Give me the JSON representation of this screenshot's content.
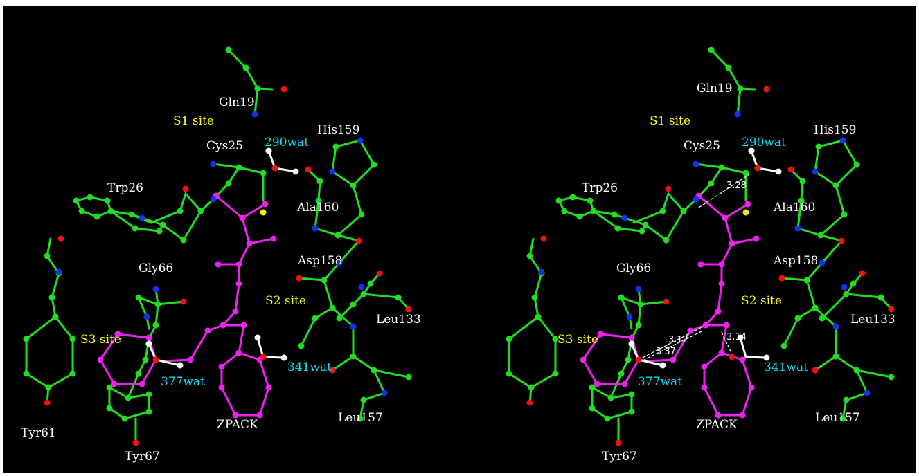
{
  "colors": {
    "background": "#000000",
    "frame": "#ffffff",
    "carbon_protein": "#22dd22",
    "carbon_ligand": "#ee22ee",
    "oxygen": "#ee1111",
    "nitrogen": "#1133ee",
    "sulfur": "#eeee00",
    "hydrogen": "#ffffff",
    "residue_label": "#ffffff",
    "site_label": "#ffff00",
    "water_label": "#00e5ff",
    "distance": "#ffffff"
  },
  "left_panel": {
    "labels": {
      "gln19": "Gln19",
      "s1_site": "S1 site",
      "his159": "His159",
      "cys25": "Cys25",
      "wat290": "290wat",
      "trp26": "Trp26",
      "ala160": "Ala160",
      "gly66": "Gly66",
      "asp158": "Asp158",
      "s2_site": "S2 site",
      "leu133": "Leu133",
      "s3_site": "S3 site",
      "wat377": "377wat",
      "wat341": "341wat",
      "tyr61": "Tyr61",
      "zpack": "ZPACK",
      "leu157": "Leu157",
      "tyr67": "Tyr67"
    }
  },
  "right_panel": {
    "labels": {
      "gln19": "Gln19",
      "s1_site": "S1 site",
      "his159": "His159",
      "cys25": "Cys25",
      "wat290": "290wat",
      "trp26": "Trp26",
      "ala160": "Ala160",
      "gly66": "Gly66",
      "asp158": "Asp158",
      "s2_site": "S2 site",
      "leu133": "Leu133",
      "s3_site": "S3 site",
      "wat377": "377wat",
      "wat341": "341wat",
      "zpack": "ZPACK",
      "leu157": "Leu157",
      "tyr67": "Tyr67"
    },
    "distances": {
      "d1": "3.28",
      "d2": "3.12",
      "d3": "3.37",
      "d4": "3.14"
    }
  }
}
